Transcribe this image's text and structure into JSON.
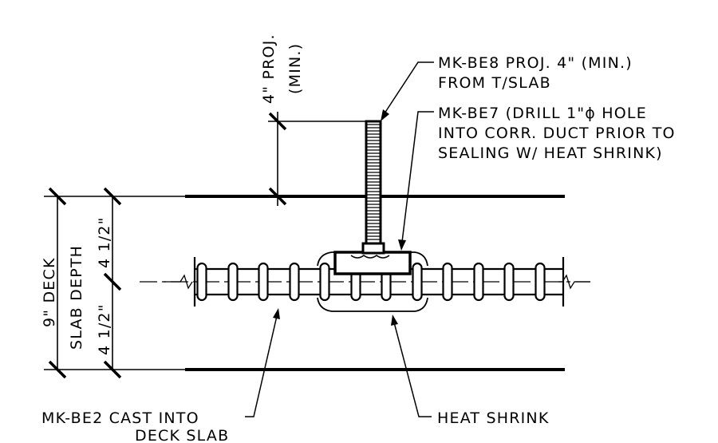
{
  "labels": {
    "proj_dim": "4\" PROJ.",
    "proj_dim_min": "(MIN.)",
    "be8_line1": "MK-BE8 PROJ. 4\" (MIN.)",
    "be8_line2": "FROM T/SLAB",
    "be7_line1": "MK-BE7 (DRILL 1\"ϕ HOLE",
    "be7_line2": "INTO CORR. DUCT PRIOR TO",
    "be7_line3": "SEALING W/ HEAT SHRINK)",
    "deck_depth_line1": "9\" DECK",
    "deck_depth_line2": "SLAB DEPTH",
    "upper_half_dim": "4 1/2\"",
    "lower_half_dim": "4 1/2\"",
    "be2_line1": "MK-BE2 CAST INTO",
    "be2_line2": "DECK SLAB",
    "heat_shrink": "HEAT SHRINK"
  }
}
